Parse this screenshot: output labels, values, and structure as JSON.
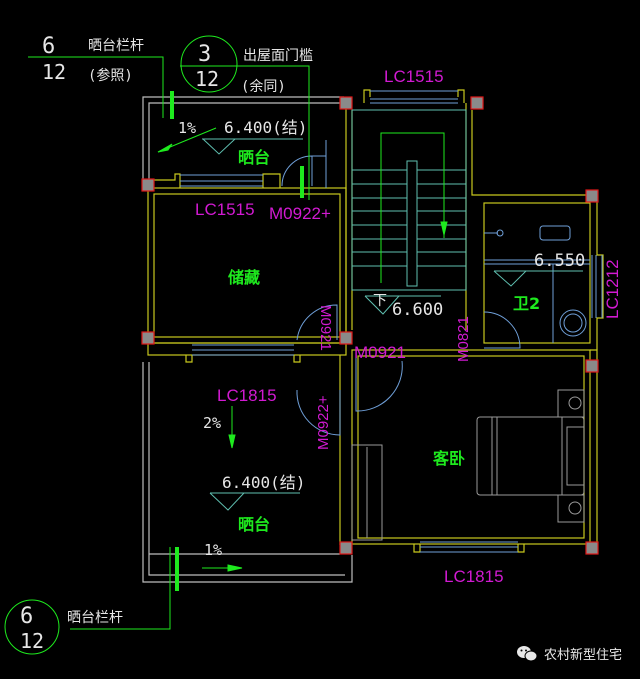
{
  "drawing": {
    "rooms": {
      "balcony_top": "晒台",
      "storage": "储藏",
      "bathroom": "卫2",
      "balcony_bottom": "晒台",
      "guest_bedroom": "客卧"
    },
    "elevations": {
      "balcony_top": "6.400(结)",
      "stair_landing": "6.600",
      "stair_down_mark": "下",
      "bathroom": "6.550",
      "balcony_bottom": "6.400(结)"
    },
    "slopes": {
      "balcony_top": "1%",
      "balcony_bottom_a": "2%",
      "balcony_bottom_b": "1%"
    },
    "windows": {
      "stair_top": "LC1515",
      "storage_top": "LC1515",
      "bath_right": "LC1212",
      "balcony_bottom_top": "LC1815",
      "bedroom_bottom": "LC1815"
    },
    "doors": {
      "balcony_top_door": "M0922+",
      "storage_door": "M0921",
      "stair_door": "M0921",
      "bath_door": "M0821",
      "balcony_bottom_door": "M0922+"
    },
    "detail_refs": [
      {
        "number": "6",
        "sheet": "12",
        "label": "晒台栏杆",
        "note": "(参照)"
      },
      {
        "number": "3",
        "sheet": "12",
        "label": "出屋面门槛",
        "note": "(余同)"
      },
      {
        "number": "6",
        "sheet": "12",
        "label": "晒台栏杆",
        "note": ""
      }
    ],
    "colors": {
      "wall": "#c8c81e",
      "window": "#6f9fd8",
      "stair": "#5fbfb0",
      "column_fill": "#8a8a8a",
      "column_stroke": "#e01818",
      "annotation_green": "#1eea1e",
      "label_magenta": "#d21ad2"
    }
  },
  "watermark": {
    "text": "农村新型住宅",
    "icon": "wechat-icon"
  }
}
